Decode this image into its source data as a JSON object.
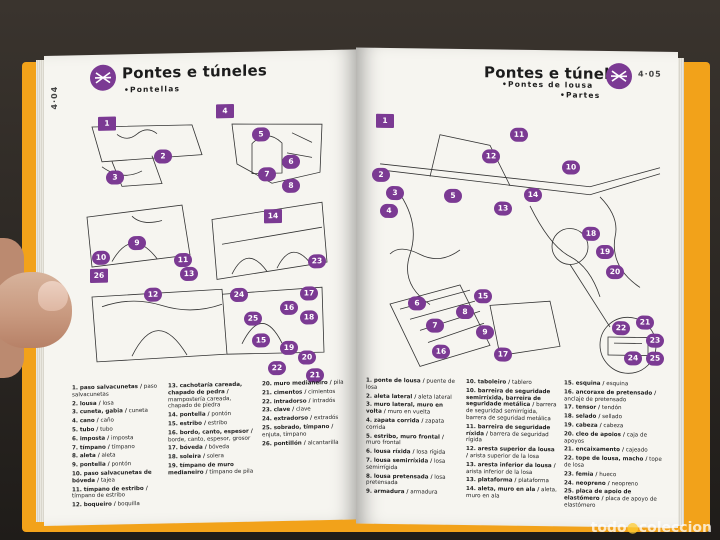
{
  "left_page": {
    "page_number": "4·04",
    "title": "Pontes e túneles",
    "subtitle": "•Pontellas",
    "badges": [
      "1",
      "2",
      "3",
      "4",
      "5",
      "6",
      "7",
      "8",
      "9",
      "10",
      "11",
      "12",
      "13",
      "14",
      "15",
      "16",
      "17",
      "18",
      "19",
      "20",
      "21",
      "22",
      "23",
      "24",
      "25",
      "26"
    ],
    "legend": [
      [
        {
          "n": "1.",
          "term": "paso salvacunetas /",
          "tr": "paso salvacunetas"
        },
        {
          "n": "2.",
          "term": "lousa /",
          "tr": "losa"
        },
        {
          "n": "3.",
          "term": "cuneta, gabia /",
          "tr": "cuneta"
        },
        {
          "n": "4.",
          "term": "cano /",
          "tr": "caño"
        },
        {
          "n": "5.",
          "term": "tubo /",
          "tr": "tubo"
        },
        {
          "n": "6.",
          "term": "imposta /",
          "tr": "imposta"
        },
        {
          "n": "7.",
          "term": "tímpano /",
          "tr": "tímpano"
        },
        {
          "n": "8.",
          "term": "aleta /",
          "tr": "aleta"
        },
        {
          "n": "9.",
          "term": "pontella /",
          "tr": "pontón"
        },
        {
          "n": "10.",
          "term": "paso salvacunetas de bóveda /",
          "tr": "tajea"
        },
        {
          "n": "11.",
          "term": "tímpano de estribo /",
          "tr": "tímpano de estribo"
        },
        {
          "n": "12.",
          "term": "boqueiro /",
          "tr": "boquilla"
        }
      ],
      [
        {
          "n": "13.",
          "term": "cachotaría careada, chapado de pedra /",
          "tr": "mampostería careada, chapado de piedra"
        },
        {
          "n": "14.",
          "term": "pontella /",
          "tr": "pontón"
        },
        {
          "n": "15.",
          "term": "estribo /",
          "tr": "estribo"
        },
        {
          "n": "16.",
          "term": "bordo, canto, espesor /",
          "tr": "borde, canto, espesor, grosor"
        },
        {
          "n": "17.",
          "term": "bóveda /",
          "tr": "bóveda"
        },
        {
          "n": "18.",
          "term": "soleira /",
          "tr": "solera"
        },
        {
          "n": "19.",
          "term": "tímpano de muro medianeiro /",
          "tr": "tímpano de pila"
        }
      ],
      [
        {
          "n": "20.",
          "term": "muro medianeiro /",
          "tr": "pila"
        },
        {
          "n": "21.",
          "term": "cimentos /",
          "tr": "cimientos"
        },
        {
          "n": "22.",
          "term": "intradorso /",
          "tr": "intradós"
        },
        {
          "n": "23.",
          "term": "clave /",
          "tr": "clave"
        },
        {
          "n": "24.",
          "term": "extradorso /",
          "tr": "extradós"
        },
        {
          "n": "25.",
          "term": "sobrado, tímpano /",
          "tr": "enjuta, tímpano"
        },
        {
          "n": "26.",
          "term": "pontillón /",
          "tr": "alcantarilla"
        }
      ]
    ]
  },
  "right_page": {
    "page_number": "4·05",
    "title": "Pontes e túneles",
    "subtitle_1": "•Pontes de lousa",
    "subtitle_2": "•Partes",
    "badges": [
      "1",
      "2",
      "3",
      "4",
      "5",
      "6",
      "7",
      "8",
      "9",
      "10",
      "11",
      "12",
      "13",
      "14",
      "15",
      "16",
      "17",
      "18",
      "19",
      "20",
      "21",
      "22",
      "23",
      "24",
      "25"
    ],
    "legend": [
      [
        {
          "n": "1.",
          "term": "ponte de lousa /",
          "tr": "puente de losa"
        },
        {
          "n": "2.",
          "term": "aleta lateral /",
          "tr": "aleta lateral"
        },
        {
          "n": "3.",
          "term": "muro lateral, muro en volta /",
          "tr": "muro en vuelta"
        },
        {
          "n": "4.",
          "term": "zapata corrida /",
          "tr": "zapata corrida"
        },
        {
          "n": "5.",
          "term": "estribo, muro frontal /",
          "tr": "muro frontal"
        },
        {
          "n": "6.",
          "term": "lousa ríxida /",
          "tr": "losa rígida"
        },
        {
          "n": "7.",
          "term": "lousa semirríxida /",
          "tr": "losa semirrígida"
        },
        {
          "n": "8.",
          "term": "lousa pretensada /",
          "tr": "losa pretensada"
        },
        {
          "n": "9.",
          "term": "armadura /",
          "tr": "armadura"
        }
      ],
      [
        {
          "n": "10.",
          "term": "taboleiro /",
          "tr": "tablero"
        },
        {
          "n": "10.",
          "term": "barreira de seguridade semirríxida, barreira de seguridade metálica /",
          "tr": "barrera de seguridad semirrígida, barrera de seguridad metálica"
        },
        {
          "n": "11.",
          "term": "barreira de seguridade ríxida /",
          "tr": "barrera de seguridad rígida"
        },
        {
          "n": "12.",
          "term": "aresta superior da lousa /",
          "tr": "arista superior de la losa"
        },
        {
          "n": "13.",
          "term": "aresta inferior da lousa /",
          "tr": "arista inferior de la losa"
        },
        {
          "n": "13.",
          "term": "plataforma /",
          "tr": "plataforma"
        },
        {
          "n": "14.",
          "term": "aleta, muro en ala /",
          "tr": "aleta, muro en ala"
        }
      ],
      [
        {
          "n": "15.",
          "term": "esquina /",
          "tr": "esquina"
        },
        {
          "n": "16.",
          "term": "ancoraxe de pretensado /",
          "tr": "anclaje de pretensado"
        },
        {
          "n": "17.",
          "term": "tensor /",
          "tr": "tendón"
        },
        {
          "n": "18.",
          "term": "selado /",
          "tr": "sellado"
        },
        {
          "n": "19.",
          "term": "cabeza /",
          "tr": "cabeza"
        },
        {
          "n": "20.",
          "term": "cleo de apoios /",
          "tr": "caja de apoyos"
        },
        {
          "n": "21.",
          "term": "encaixamento /",
          "tr": "cajeado"
        },
        {
          "n": "22.",
          "term": "tope de lousa, macho /",
          "tr": "tope de losa"
        },
        {
          "n": "23.",
          "term": "femia /",
          "tr": "hueco"
        },
        {
          "n": "24.",
          "term": "neopreno /",
          "tr": "neopreno"
        },
        {
          "n": "25.",
          "term": "placa de apoio de elastómero /",
          "tr": "placa de apoyo de elastómero"
        }
      ]
    ]
  },
  "watermark": {
    "brand_a": "todo",
    "brand_b": "coleccion",
    "dot": "●"
  },
  "colors": {
    "accent": "#7b3a93",
    "cover": "#f2a21a",
    "paper": "#f6f5f0"
  }
}
